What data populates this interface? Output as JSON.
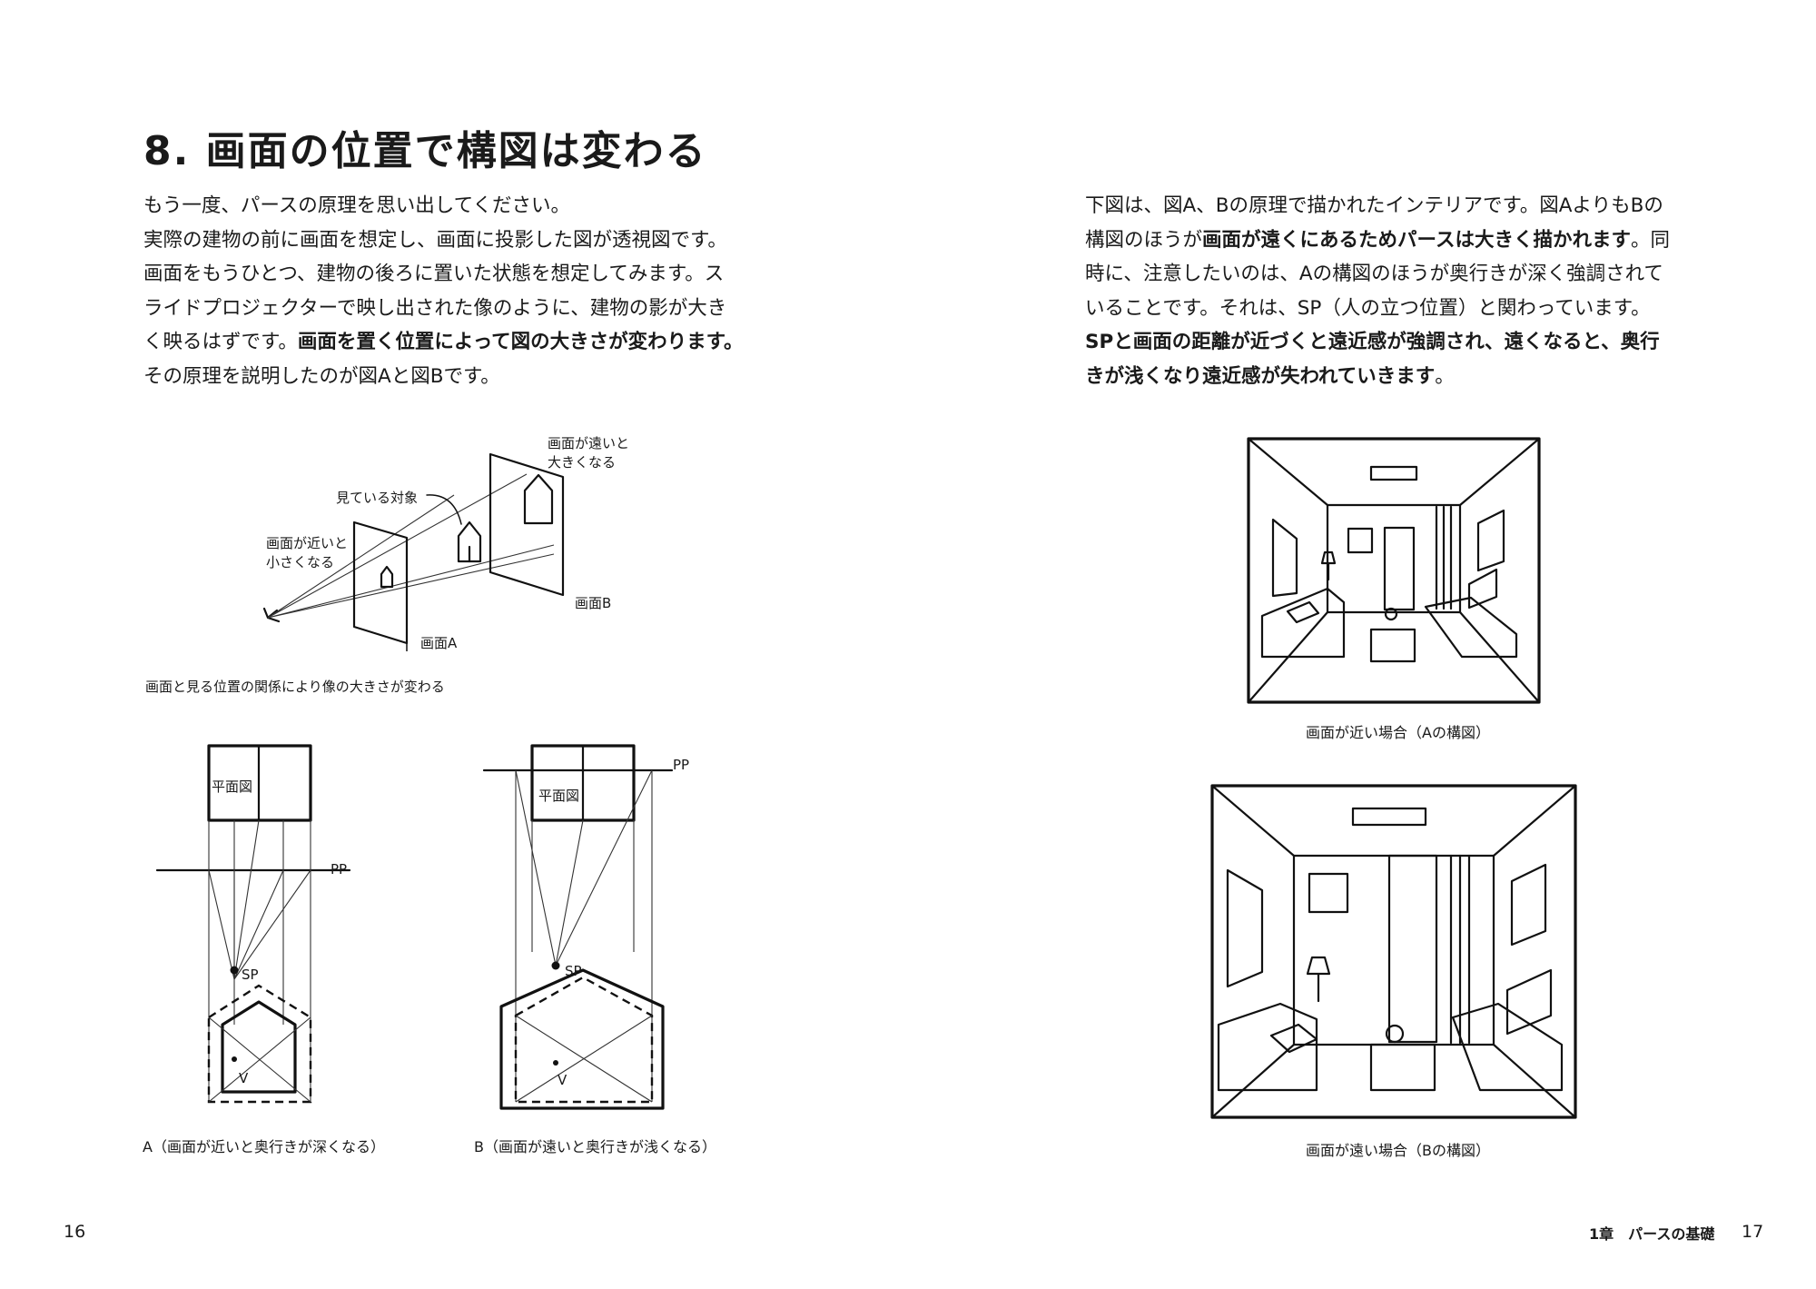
{
  "left_page": {
    "title": "8. 画面の位置で構図は変わる",
    "paragraph": [
      {
        "pre": "もう一度、パースの原理を思い出してください。"
      },
      {
        "pre": "実際の建物の前に画面を想定し、画面に投影した図が透視図です。"
      },
      {
        "pre": "画面をもうひとつ、建物の後ろに置いた状態を想定してみます。ス"
      },
      {
        "pre": "ライドプロジェクターで映し出された像のように、建物の影が大き"
      },
      {
        "pre": "く映るはずです。",
        "bold": "画面を置く位置によって図の大きさが変わります。"
      },
      {
        "pre": "その原理を説明したのが図Aと図Bです。"
      }
    ],
    "figure1": {
      "label_far": [
        "画面が遠いと",
        "大きくなる"
      ],
      "label_object": "見ている対象",
      "label_near": [
        "画面が近いと",
        "小さくなる"
      ],
      "label_screen_b": "画面B",
      "label_screen_a": "画面A",
      "caption": "画面と見る位置の関係により像の大きさが変わる"
    },
    "figure_a": {
      "plan_label": "平面図",
      "pp_label": "PP",
      "sp_label": "SP",
      "v_label": "V",
      "caption": "A（画面が近いと奥行きが深くなる）"
    },
    "figure_b": {
      "plan_label": "平面図",
      "pp_label": "PP",
      "sp_label": "SP",
      "v_label": "V",
      "caption": "B（画面が遠いと奥行きが浅くなる）"
    },
    "page_number": "16"
  },
  "right_page": {
    "paragraph": [
      {
        "pre": "下図は、図A、Bの原理で描かれたインテリアです。図AよりもBの"
      },
      {
        "pre": "構図のほうが",
        "bold": "画面が遠くにあるためパースは大きく描かれます",
        "post": "。同"
      },
      {
        "pre": "時に、注意したいのは、Aの構図のほうが奥行きが深く強調されて"
      },
      {
        "pre": "いることです。それは、SP（人の立つ位置）と関わっています。"
      },
      {
        "bold": "SPと画面の距離が近づくと遠近感が強調され、遠くなると、奥行"
      },
      {
        "bold": "きが浅くなり遠近感が失われていきます",
        "post": "。"
      }
    ],
    "sketch_a_caption": "画面が近い場合（Aの構図）",
    "sketch_b_caption": "画面が遠い場合（Bの構図）",
    "running_footer": "1章　パースの基礎",
    "page_number": "17"
  }
}
